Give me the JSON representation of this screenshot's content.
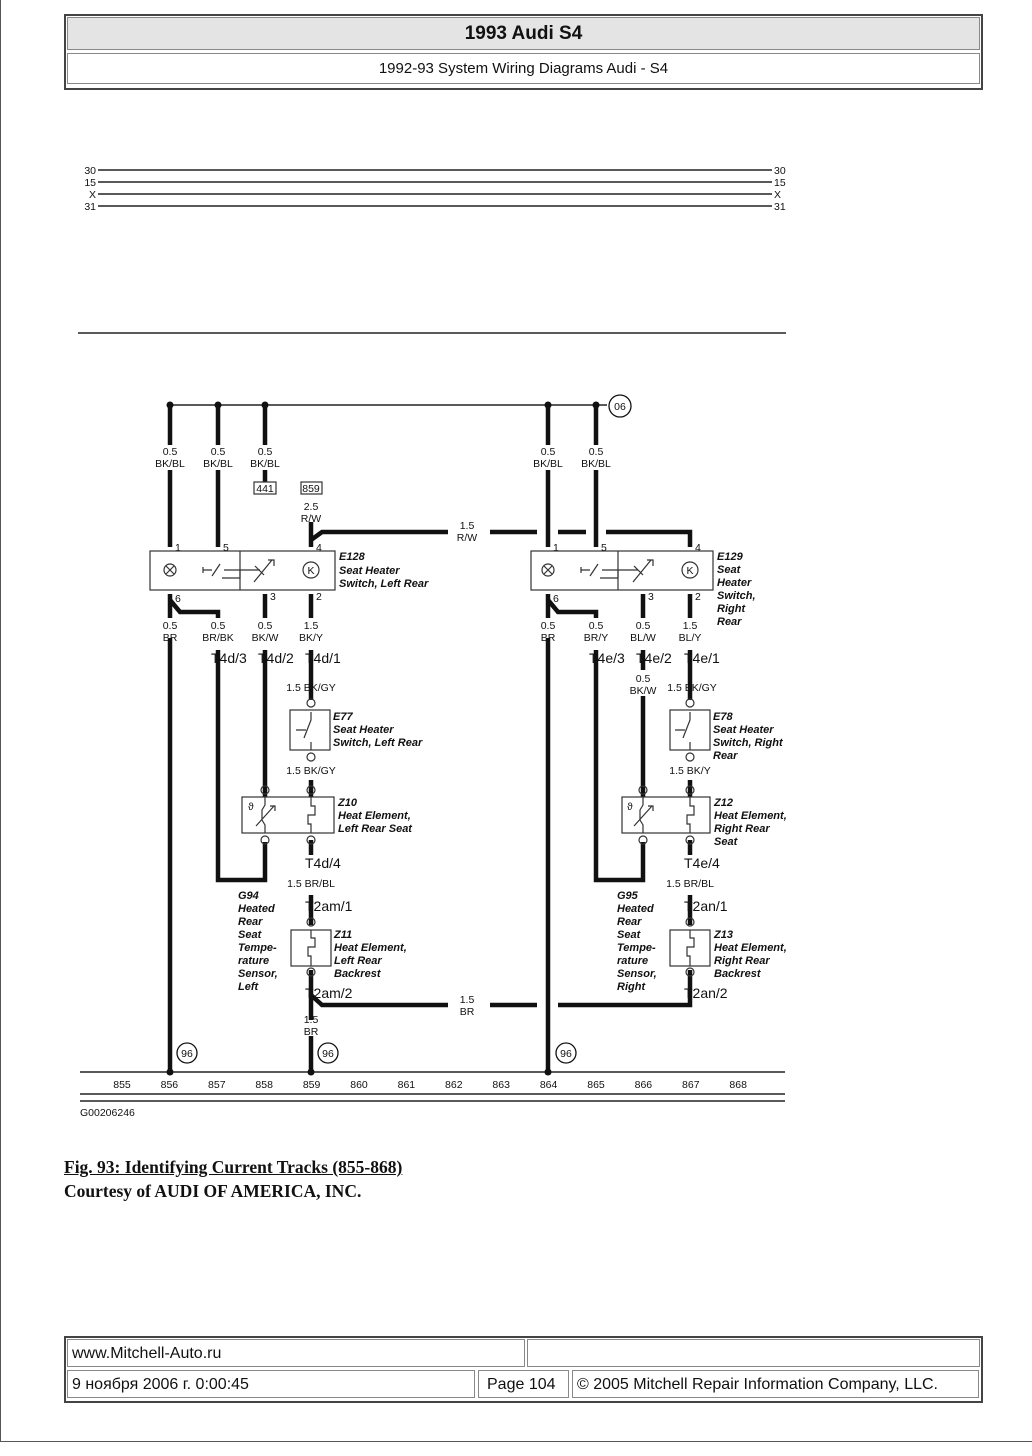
{
  "header": {
    "title": "1993 Audi S4",
    "subtitle": "1992-93 System Wiring Diagrams Audi - S4"
  },
  "watermark": "www.Mitchell-Auto.ru",
  "diagram": {
    "bus_labels": [
      "30",
      "15",
      "X",
      "31"
    ],
    "ground_circle": "96",
    "ref_circle": "06",
    "ref_boxes": [
      "441",
      "859"
    ],
    "wires": {
      "l1": [
        "0.5",
        "BK/BL"
      ],
      "l2": [
        "0.5",
        "BK/BL"
      ],
      "l3": [
        "0.5",
        "BK/BL"
      ],
      "r1": [
        "0.5",
        "BK/BL"
      ],
      "r2": [
        "0.5",
        "BK/BL"
      ],
      "feed": [
        "2.5",
        "R/W"
      ],
      "cross": [
        "1.5",
        "R/W"
      ],
      "lb1": [
        "0.5",
        "BR"
      ],
      "lb2": [
        "0.5",
        "BR/BK"
      ],
      "lb3": [
        "0.5",
        "BK/W"
      ],
      "lb4": [
        "1.5",
        "BK/Y"
      ],
      "rb1": [
        "0.5",
        "BR"
      ],
      "rb2": [
        "0.5",
        "BR/Y"
      ],
      "rb3": [
        "0.5",
        "BL/W"
      ],
      "rb4": [
        "1.5",
        "BL/Y"
      ],
      "l_gy1": "1.5 BK/GY",
      "l_gy2": "1.5 BK/GY",
      "l_brbl": "1.5 BR/BL",
      "r_bkw": [
        "0.5",
        "BK/W"
      ],
      "r_gy": "1.5 BK/GY",
      "r_bky": "1.5 BK/Y",
      "r_brbl": "1.5 BR/BL",
      "gnd_cross": [
        "1.5",
        "BR"
      ],
      "gnd_left": [
        "1.5",
        "BR"
      ]
    },
    "pins": {
      "p1": "1",
      "p5": "5",
      "p4": "4",
      "p6": "6",
      "p3": "3",
      "p2": "2"
    },
    "connectors": {
      "t4d3": "T4d/3",
      "t4d2": "T4d/2",
      "t4d1": "T4d/1",
      "t4d4": "T4d/4",
      "t2am1": "T2am/1",
      "t2am2": "T2am/2",
      "t4e3": "T4e/3",
      "t4e2": "T4e/2",
      "t4e1": "T4e/1",
      "t4e4": "T4e/4",
      "t2an1": "T2an/1",
      "t2an2": "T2an/2"
    },
    "components": {
      "e128": [
        "E128",
        "Seat Heater",
        "Switch, Left Rear"
      ],
      "e129": [
        "E129",
        "Seat",
        "Heater",
        "Switch,",
        "Right",
        "Rear"
      ],
      "e77": [
        "E77",
        "Seat Heater",
        "Switch, Left Rear"
      ],
      "e78": [
        "E78",
        "Seat Heater",
        "Switch, Right",
        "Rear"
      ],
      "z10": [
        "Z10",
        "Heat Element,",
        "Left Rear Seat"
      ],
      "z12": [
        "Z12",
        "Heat Element,",
        "Right Rear",
        "Seat"
      ],
      "z11": [
        "Z11",
        "Heat Element,",
        "Left Rear",
        "Backrest"
      ],
      "z13": [
        "Z13",
        "Heat Element,",
        "Right Rear",
        "Backrest"
      ],
      "g94": [
        "G94",
        "Heated",
        "Rear",
        "Seat",
        "Tempe-",
        "rature",
        "Sensor,",
        "Left"
      ],
      "g95": [
        "G95",
        "Heated",
        "Rear",
        "Seat",
        "Tempe-",
        "rature",
        "Sensor,",
        "Right"
      ]
    },
    "tracks": [
      "855",
      "856",
      "857",
      "858",
      "859",
      "860",
      "861",
      "862",
      "863",
      "864",
      "865",
      "866",
      "867",
      "868"
    ],
    "graphic_id": "G00206246"
  },
  "caption": {
    "figure": "Fig. 93: Identifying Current Tracks (855-868)",
    "courtesy": "Courtesy of AUDI OF AMERICA, INC."
  },
  "footer": {
    "website": "www.Mitchell-Auto.ru",
    "date": "9 ноября 2006 г. 0:00:45",
    "page": "Page 104",
    "copyright": "© 2005 Mitchell Repair Information Company, LLC."
  }
}
